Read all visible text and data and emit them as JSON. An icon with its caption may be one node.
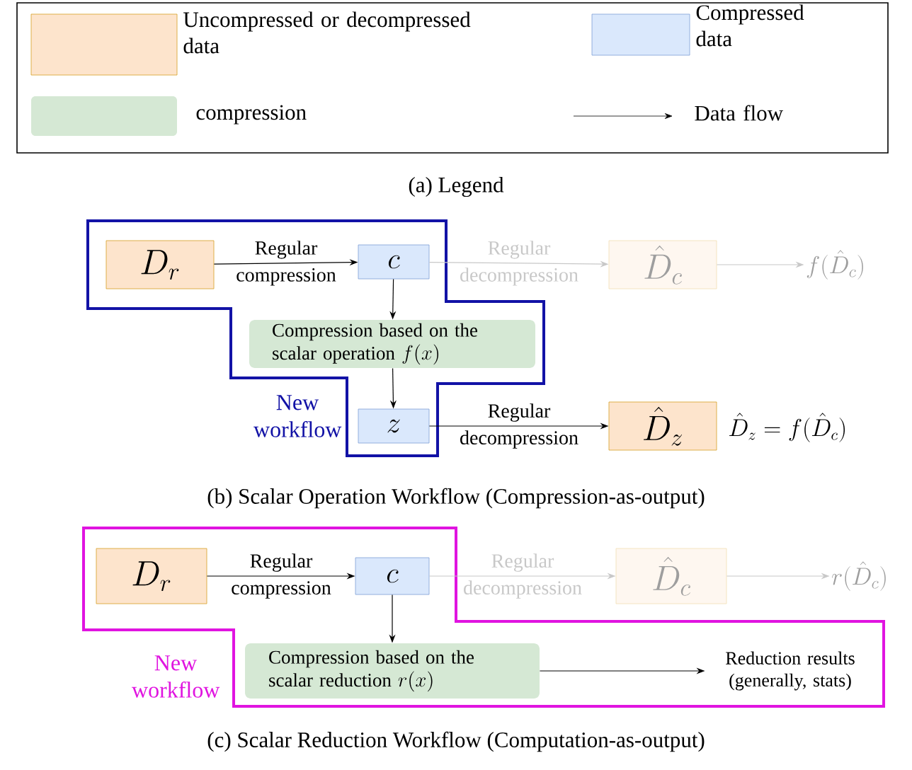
{
  "diagram": {
    "nodes": [
      {
        "text": [
          "New workflow"
        ]
      },
      {
        "text": [
          "D_r"
        ],
        "in": 0
      },
      {
        "text": [
          "c"
        ],
        "in": 0
      },
      {
        "text": [
          "\\hat{D}_c"
        ]
      },
      {
        "text": [
          "f(\\hat{D}_c)"
        ]
      },
      {
        "text": [
          "Compression based on the scalar operation",
          "f(x)"
        ],
        "in": 0
      },
      {
        "text": [
          "z"
        ],
        "in": 0
      },
      {
        "text": [
          "\\hat{D}_z"
        ],
        "beside": [
          "\\hat{D}_z = f(\\hat{D}_c)"
        ]
      },
      {
        "text": [
          "New workflow"
        ]
      },
      {
        "text": [
          "D_r"
        ],
        "in": 8
      },
      {
        "text": [
          "c"
        ],
        "in": 8
      },
      {
        "text": [
          "\\hat{D}_c"
        ]
      },
      {
        "text": [
          "r(\\hat{D}_c)"
        ]
      },
      {
        "text": [
          "Compression based on the scalar reduction",
          "r(x)"
        ],
        "in": 8
      },
      {
        "text": [
          "Reduction results (generally, stats)"
        ],
        "in": 8
      }
    ],
    "edges": [
      {
        "from": 1,
        "to": 2,
        "arrow": "to",
        "label": "Regular compression"
      },
      {
        "from": 2,
        "to": 3,
        "arrow": "to",
        "label": "Regular decompression",
        "color": "#c8c8c8"
      },
      {
        "from": 3,
        "to": 4,
        "arrow": "to",
        "color": "#c8c8c8"
      },
      {
        "from": 2,
        "to": 5,
        "arrow": "to"
      },
      {
        "from": 5,
        "to": 6,
        "arrow": "to"
      },
      {
        "from": 6,
        "to": 7,
        "arrow": "to",
        "label": "Regular decompression"
      },
      {
        "from": 9,
        "to": 10,
        "arrow": "to",
        "label": "Regular compression"
      },
      {
        "from": 10,
        "to": 11,
        "arrow": "to",
        "label": "Regular decompression",
        "color": "#c8c8c8"
      },
      {
        "from": 11,
        "to": 12,
        "arrow": "to",
        "color": "#c8c8c8"
      },
      {
        "from": 10,
        "to": 13,
        "arrow": "to"
      },
      {
        "from": 13,
        "to": 14,
        "arrow": "to"
      }
    ],
    "labels": [
      "(a) Legend",
      "(b) Scalar Operation Workflow (Compression-as-output)",
      "(c) Scalar Reduction Workflow (Computation-as-output)"
    ],
    "legend": [
      {
        "text": "Uncompressed or decompressed data",
        "color": "#fde4cc"
      },
      {
        "text": "Compressed data",
        "color": "#dae8fc"
      },
      {
        "text": "compression",
        "color": "#d5e8d4"
      },
      {
        "text": "Data flow"
      }
    ]
  }
}
